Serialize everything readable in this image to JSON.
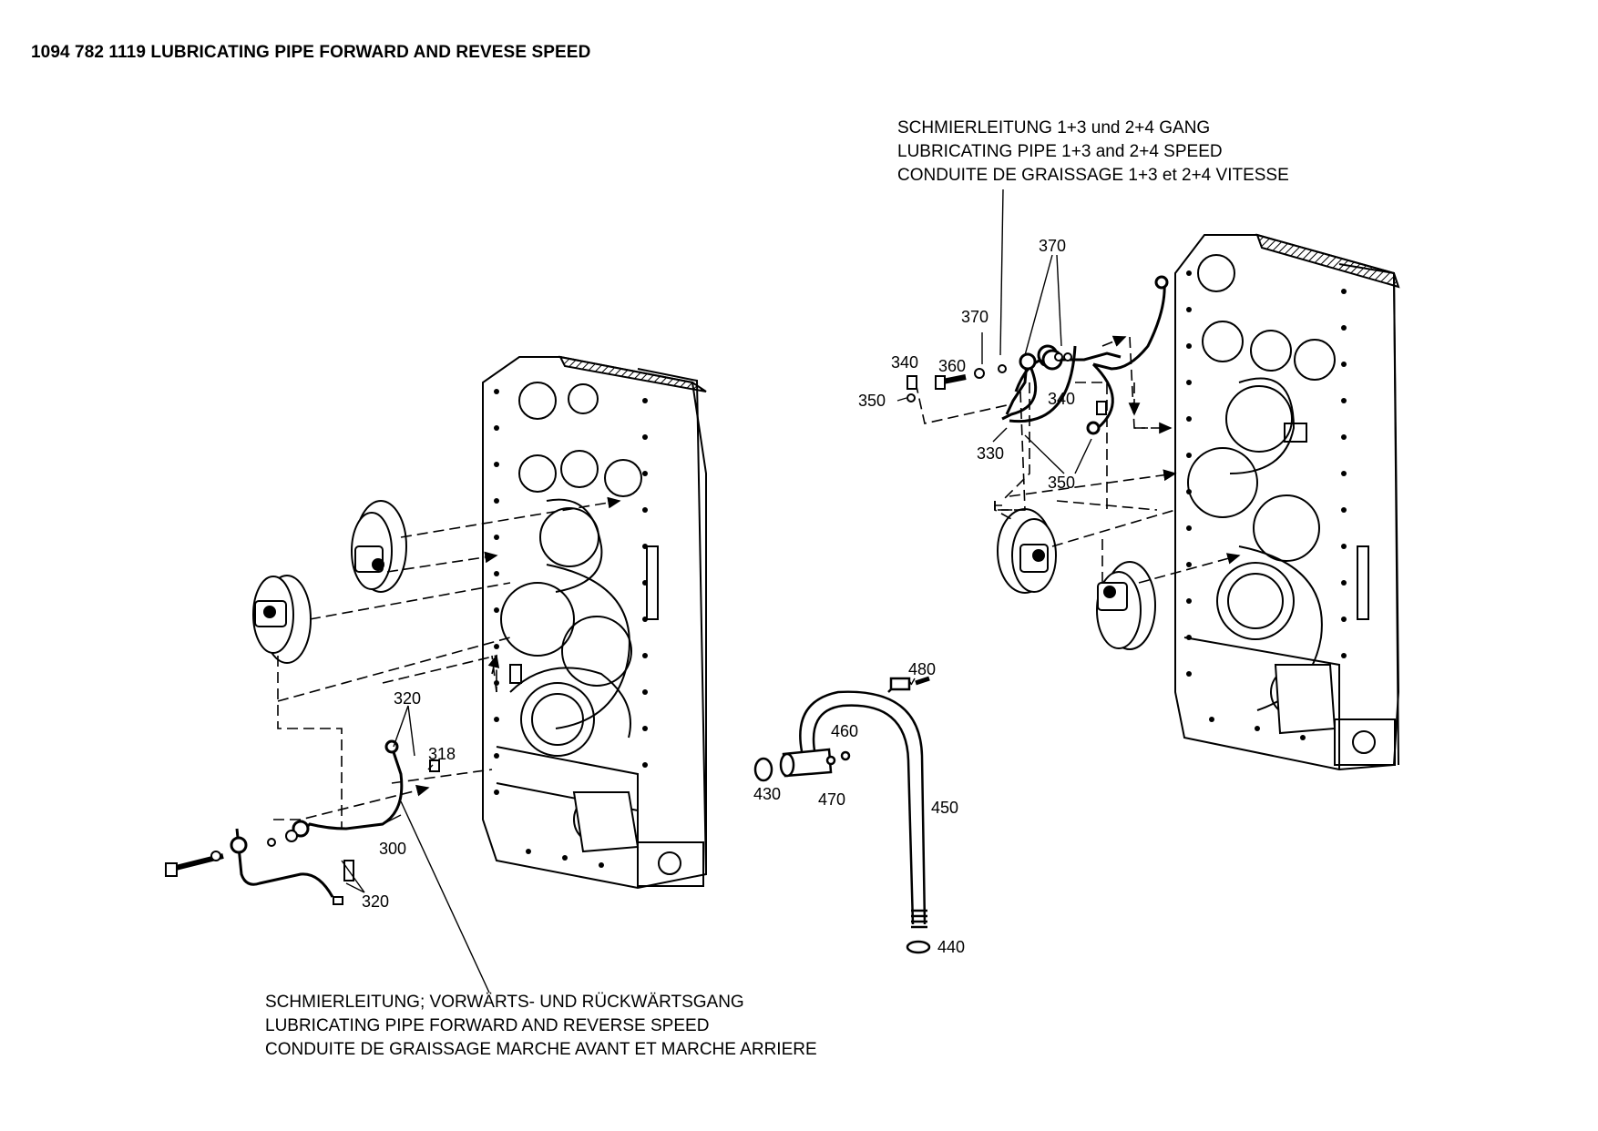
{
  "drawing": {
    "title": "1094 782 1119 LUBRICATING PIPE FORWARD AND REVESE SPEED",
    "caption_top": [
      "SCHMIERLEITUNG 1+3 und 2+4 GANG",
      "LUBRICATING PIPE 1+3 and 2+4 SPEED",
      "CONDUITE DE GRAISSAGE 1+3 et 2+4 VITESSE"
    ],
    "caption_bottom": [
      "SCHMIERLEITUNG; VORWÄRTS- UND RÜCKWÄRTSGANG",
      "LUBRICATING PIPE FORWARD AND REVERSE SPEED",
      "CONDUITE DE GRAISSAGE MARCHE AVANT ET MARCHE ARRIERE"
    ]
  },
  "callouts": {
    "c300": "300",
    "c318": "318",
    "c320a": "320",
    "c320b": "320",
    "c330": "330",
    "c340a": "340",
    "c340b": "340",
    "c350a": "350",
    "c350b": "350",
    "c360": "360",
    "c370a": "370",
    "c370b": "370",
    "c430": "430",
    "c440": "440",
    "c450": "450",
    "c460": "460",
    "c470": "470",
    "c480": "480"
  }
}
